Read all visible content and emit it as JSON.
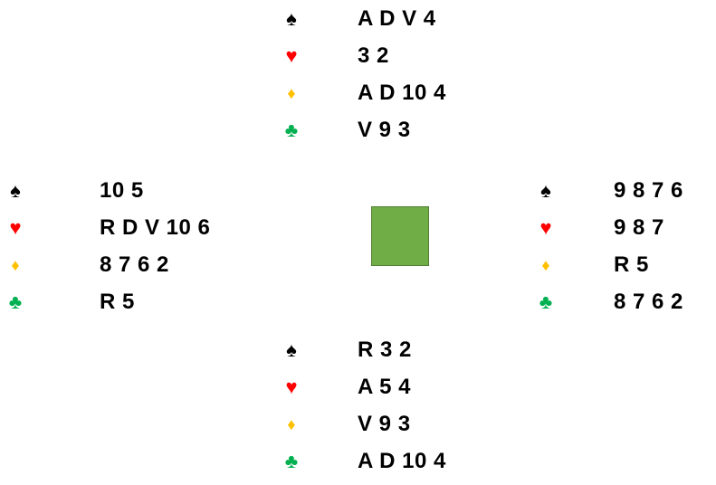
{
  "colors": {
    "spades": "#000000",
    "hearts": "#ff0000",
    "diamonds": "#ffc000",
    "clubs": "#00b050",
    "table_center": "#70ad47"
  },
  "suit_symbols": {
    "spades": "♠",
    "hearts": "♥",
    "diamonds": "♦",
    "clubs": "♣"
  },
  "hands": {
    "north": {
      "spades": "A D V 4",
      "hearts": "3 2",
      "diamonds": "A D 10 4",
      "clubs": "V 9 3"
    },
    "west": {
      "spades": "10 5",
      "hearts": "R D V 10 6",
      "diamonds": "8 7 6 2",
      "clubs": "R 5"
    },
    "east": {
      "spades": "9 8 7 6",
      "hearts": "9 8 7",
      "diamonds": "R 5",
      "clubs": "8 7 6 2"
    },
    "south": {
      "spades": "R 3 2",
      "hearts": "A 5 4",
      "diamonds": "V 9 3",
      "clubs": "A D 10 4"
    }
  }
}
